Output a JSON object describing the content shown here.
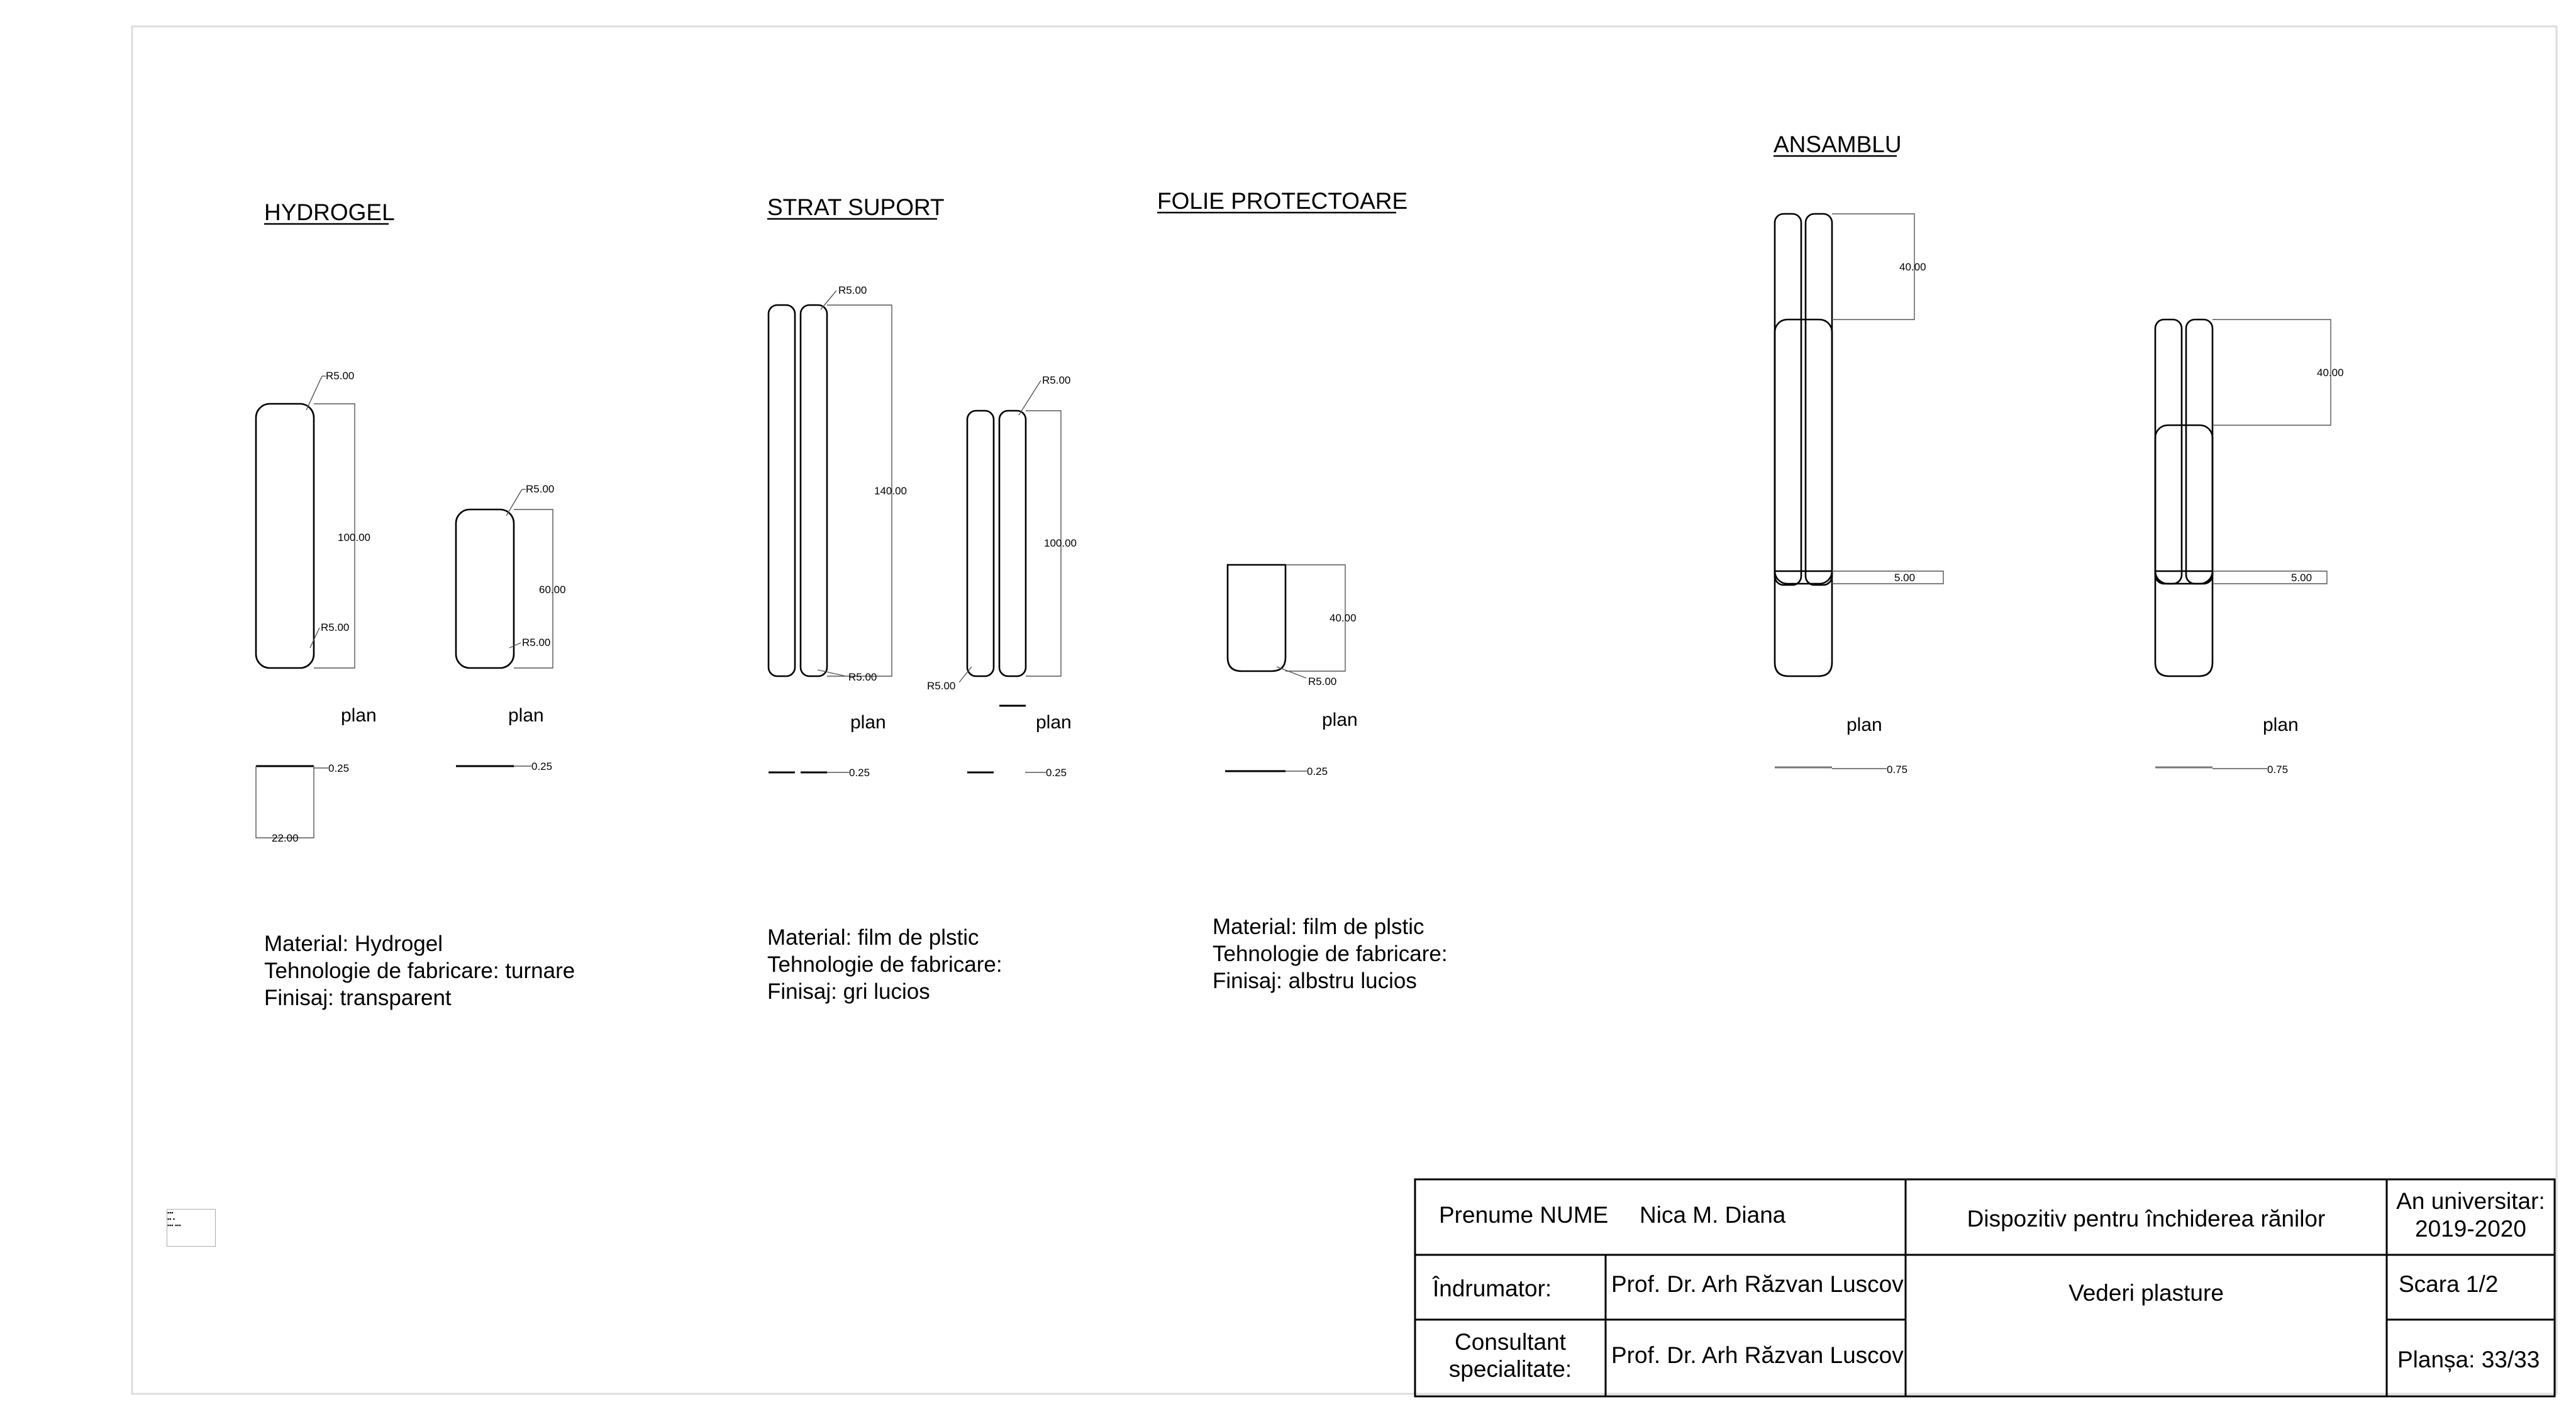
{
  "sections": {
    "hydrogel": {
      "title": "HYDROGEL",
      "plan_label_1": "plan",
      "plan_label_2": "plan",
      "dims": {
        "r1": "R5.00",
        "r2": "R5.00",
        "len1": "100.00",
        "r3": "R5.00",
        "r4": "R5.00",
        "len2": "60.00",
        "thk1": "0.25",
        "thk2": "0.25",
        "width": "22.00"
      },
      "specs": [
        "Material: Hydrogel",
        "Tehnologie de fabricare: turnare",
        "Finisaj: transparent"
      ]
    },
    "strat_suport": {
      "title": "STRAT SUPORT",
      "plan_label_1": "plan",
      "plan_label_2": "plan",
      "dims": {
        "r1": "R5.00",
        "r2": "R5.00",
        "len1": "140.00",
        "r3": "R5.00",
        "r4": "R5.00",
        "len2": "100.00",
        "thk1": "0.25",
        "thk2": "0.25"
      },
      "specs": [
        "Material: film de plstic",
        "Tehnologie de fabricare:",
        "Finisaj: gri lucios"
      ]
    },
    "folie_protectoare": {
      "title": "FOLIE PROTECTOARE",
      "plan_label": "plan",
      "dims": {
        "len": "40.00",
        "r": "R5.00",
        "thk": "0.25"
      },
      "specs": [
        "Material: film de plstic",
        "Tehnologie de fabricare:",
        "Finisaj: albstru lucios"
      ]
    },
    "ansamblu": {
      "title": "ANSAMBLU",
      "plan_label_1": "plan",
      "plan_label_2": "plan",
      "dims": {
        "len1": "40.00",
        "gap1": "5.00",
        "thk1": "0.75",
        "len2": "40.00",
        "gap2": "5.00",
        "thk2": "0.75"
      }
    }
  },
  "title_block": {
    "name_label": "Prenume NUME",
    "name_value": "Nica M. Diana",
    "project_title": "Dispozitiv pentru închiderea rănilor",
    "year_label": "An universitar:",
    "year_value": "2019-2020",
    "advisor_label": "Îndrumator:",
    "advisor_value": "Prof. Dr. Arh Răzvan Luscov",
    "sheet_title": "Vederi plasture",
    "scale": "Scara 1/2",
    "consultant_label_1": "Consultant",
    "consultant_label_2": "specialitate:",
    "consultant_value": "Prof. Dr. Arh Răzvan Luscov",
    "sheet_number": "Planșa: 33/33"
  }
}
